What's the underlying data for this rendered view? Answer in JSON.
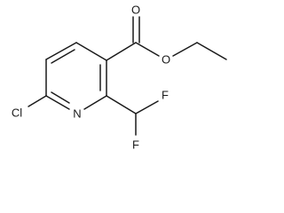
{
  "molecule": {
    "atoms": {
      "chlorine": "Cl",
      "ring_nitrogen": "N",
      "ester_carbonyl_oxygen": "O",
      "ester_ether_oxygen": "O",
      "fluorine_upper": "F",
      "fluorine_lower": "F"
    }
  }
}
